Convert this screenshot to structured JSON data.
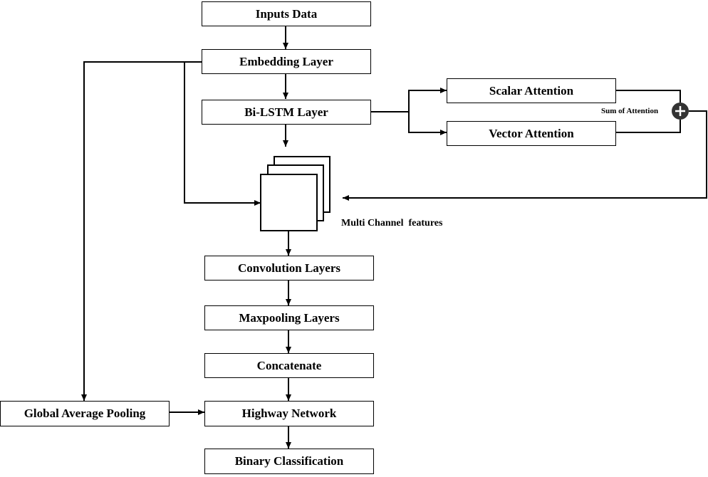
{
  "nodes": {
    "inputs_data": "Inputs Data",
    "embedding_layer": "Embedding Layer",
    "bilstm_layer": "Bi-LSTM Layer",
    "scalar_attention": "Scalar Attention",
    "vector_attention": "Vector Attention",
    "convolution_layers": "Convolution Layers",
    "maxpooling_layers": "Maxpooling Layers",
    "concatenate": "Concatenate",
    "global_average_pooling": "Global Average Pooling",
    "highway_network": "Highway Network",
    "binary_classification": "Binary Classification"
  },
  "annotations": {
    "sum_of_attention": "Sum of Attention",
    "multi_channel_features": "Multi Channel  features"
  },
  "colors": {
    "line": "#000000",
    "sum_node_fill": "#333333",
    "sum_node_symbol": "#ffffff"
  },
  "icons": {
    "sum_node": "plus-circle-icon"
  }
}
